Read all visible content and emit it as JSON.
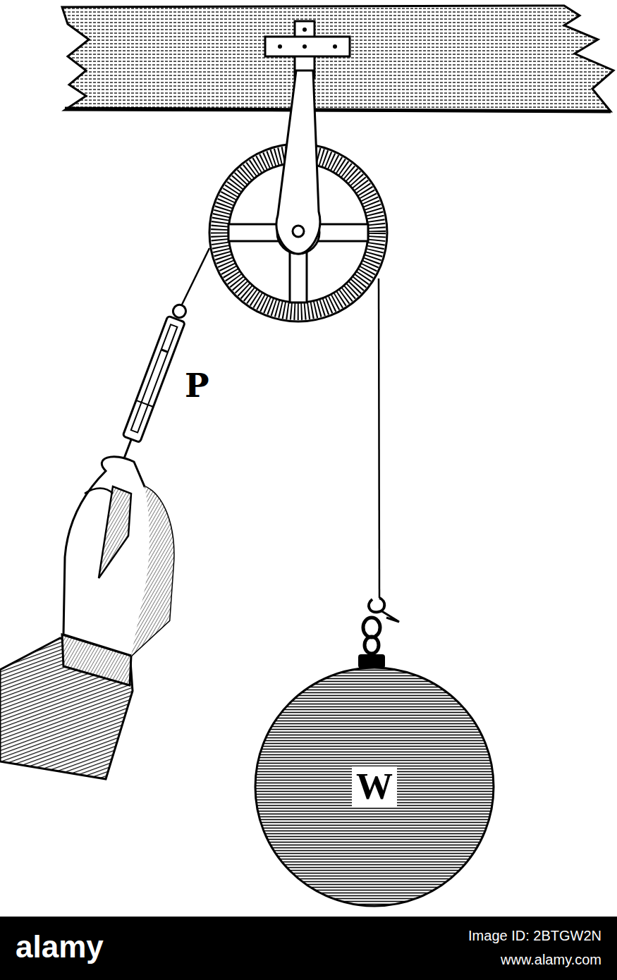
{
  "diagram": {
    "nodes": [
      {
        "text": [
          "W"
        ]
      }
    ],
    "labels": [
      "P",
      "alamy",
      "Image ID: 2BTGW2N",
      "www.alamy.com"
    ]
  }
}
